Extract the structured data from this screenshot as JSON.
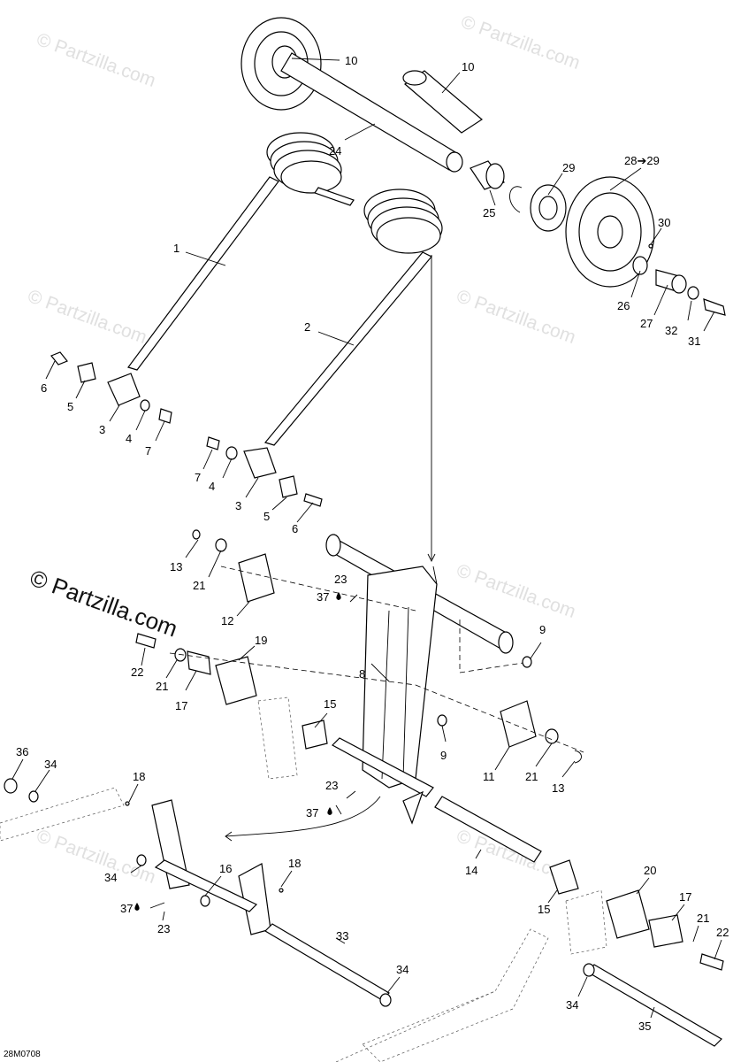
{
  "watermark": {
    "text": "© Partzilla.com",
    "main_text": "© Partzilla.com"
  },
  "drawing_code": "28M0708",
  "callouts": {
    "c10a": "10",
    "c10b": "10",
    "c24": "24",
    "c29": "29",
    "c28_29": "28➔29",
    "c25": "25",
    "c30": "30",
    "c1": "1",
    "c2": "2",
    "c26": "26",
    "c27": "27",
    "c32": "32",
    "c31": "31",
    "c6a": "6",
    "c5a": "5",
    "c3a": "3",
    "c4a": "4",
    "c7a": "7",
    "c7b": "7",
    "c4b": "4",
    "c3b": "3",
    "c5b": "5",
    "c6b": "6",
    "c13a": "13",
    "c21a": "21",
    "c23a": "23",
    "c37a": "37",
    "c12": "12",
    "c9a": "9",
    "c22a": "22",
    "c21b": "21",
    "c19": "19",
    "c17a": "17",
    "c8": "8",
    "c15a": "15",
    "c9b": "9",
    "c11": "11",
    "c21c": "21",
    "c13b": "13",
    "c36": "36",
    "c34a": "34",
    "c18a": "18",
    "c23b": "23",
    "c37b": "37",
    "c34b": "34",
    "c16": "16",
    "c18b": "18",
    "c37c": "37",
    "c23c": "23",
    "c14": "14",
    "c15b": "15",
    "c20": "20",
    "c17b": "17",
    "c21d": "21",
    "c22b": "22",
    "c33": "33",
    "c34c": "34",
    "c34d": "34",
    "c35": "35"
  }
}
